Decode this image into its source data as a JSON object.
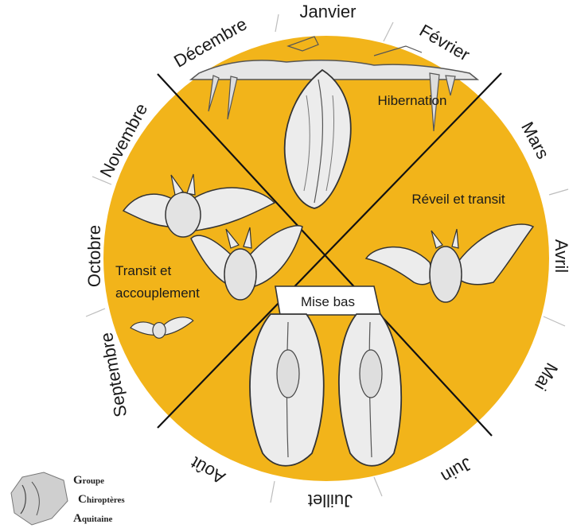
{
  "colors": {
    "disc": "#F2B41A",
    "ink": "#1a1a1a",
    "bat_fill": "#e9e9e9",
    "bat_stroke": "#3a3a3a",
    "rock": "#d9d9d9"
  },
  "months": [
    "Janvier",
    "Février",
    "Mars",
    "Avril",
    "Mai",
    "Juin",
    "Juillet",
    "Août",
    "Septembre",
    "Octobre",
    "Novembre",
    "Décembre"
  ],
  "phases": {
    "hibernation": "Hibernation",
    "reveil_line1": "Réveil et transit",
    "mise_bas": "Mise bas",
    "transit_line1": "Transit et",
    "transit_line2": "accouplement"
  },
  "logo": {
    "line1_cap": "G",
    "line1_rest": "roupe",
    "line2_cap": "C",
    "line2_rest": "hiroptères",
    "line3_cap": "A",
    "line3_rest": "quitaine"
  },
  "icons": [
    "bat-icon",
    "bat-hanging-icon",
    "logo-icon"
  ]
}
